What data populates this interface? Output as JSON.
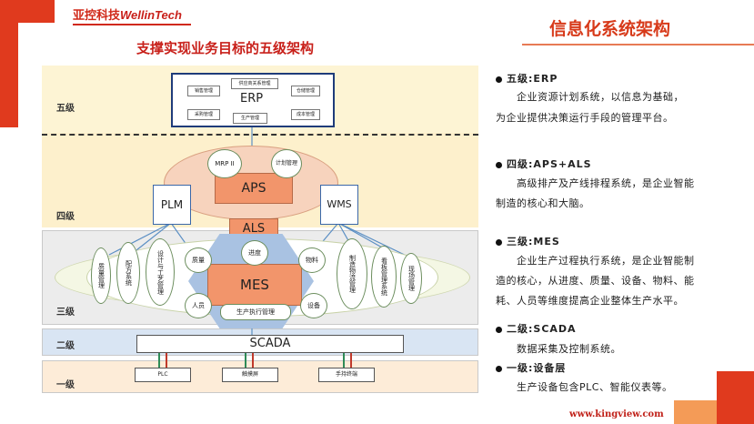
{
  "header": {
    "logo_cn": "亚控科技",
    "logo_en": "WellinTech",
    "diagram_title": "支撑实现业务目标的五级架构",
    "section_title": "信息化系统架构",
    "website": "www.kingview.com"
  },
  "levels": {
    "l5": "五级",
    "l4": "四级",
    "l3": "三级",
    "l2": "二级",
    "l1": "一级"
  },
  "erp": {
    "label": "ERP",
    "modules": [
      "销售管理",
      "供应商关系管理",
      "仓储管理",
      "采购管理",
      "生产管理",
      "成本管理"
    ]
  },
  "aps": {
    "label": "APS",
    "mrp": "MRP II",
    "plan": "计划管理"
  },
  "side": {
    "plm": "PLM",
    "wms": "WMS"
  },
  "als": "ALS",
  "mes": {
    "label": "MES",
    "progress": "进度",
    "quality": "质量",
    "material": "物料",
    "people": "人员",
    "equipment": "设备",
    "exec": "生产执行管理",
    "left_items": [
      "质量管理",
      "配方系统",
      "设计与工艺管理"
    ],
    "right_items": [
      "制造物流管理",
      "看板管理系统",
      "现场管理"
    ]
  },
  "scada": "SCADA",
  "devices": [
    "PLC",
    "触摸屏",
    "手持终端"
  ],
  "bullets": [
    {
      "heading": "五级:ERP",
      "lines": [
        "企业资源计划系统，以信息为基础，",
        "为企业提供决策运行手段的管理平台。"
      ]
    },
    {
      "heading": "四级:APS+ALS",
      "lines": [
        "高级排产及产线排程系统，是企业智能",
        "制造的核心和大脑。"
      ]
    },
    {
      "heading": "三级:MES",
      "lines": [
        "企业生产过程执行系统，是企业智能制",
        "造的核心，从进度、质量、设备、物料、能",
        "耗、人员等维度提高企业整体生产水平。"
      ]
    },
    {
      "heading": "二级:SCADA",
      "lines": [
        "数据采集及控制系统。"
      ]
    },
    {
      "heading": "一级:设备层",
      "lines": [
        "生产设备包含PLC、智能仪表等。"
      ]
    }
  ]
}
